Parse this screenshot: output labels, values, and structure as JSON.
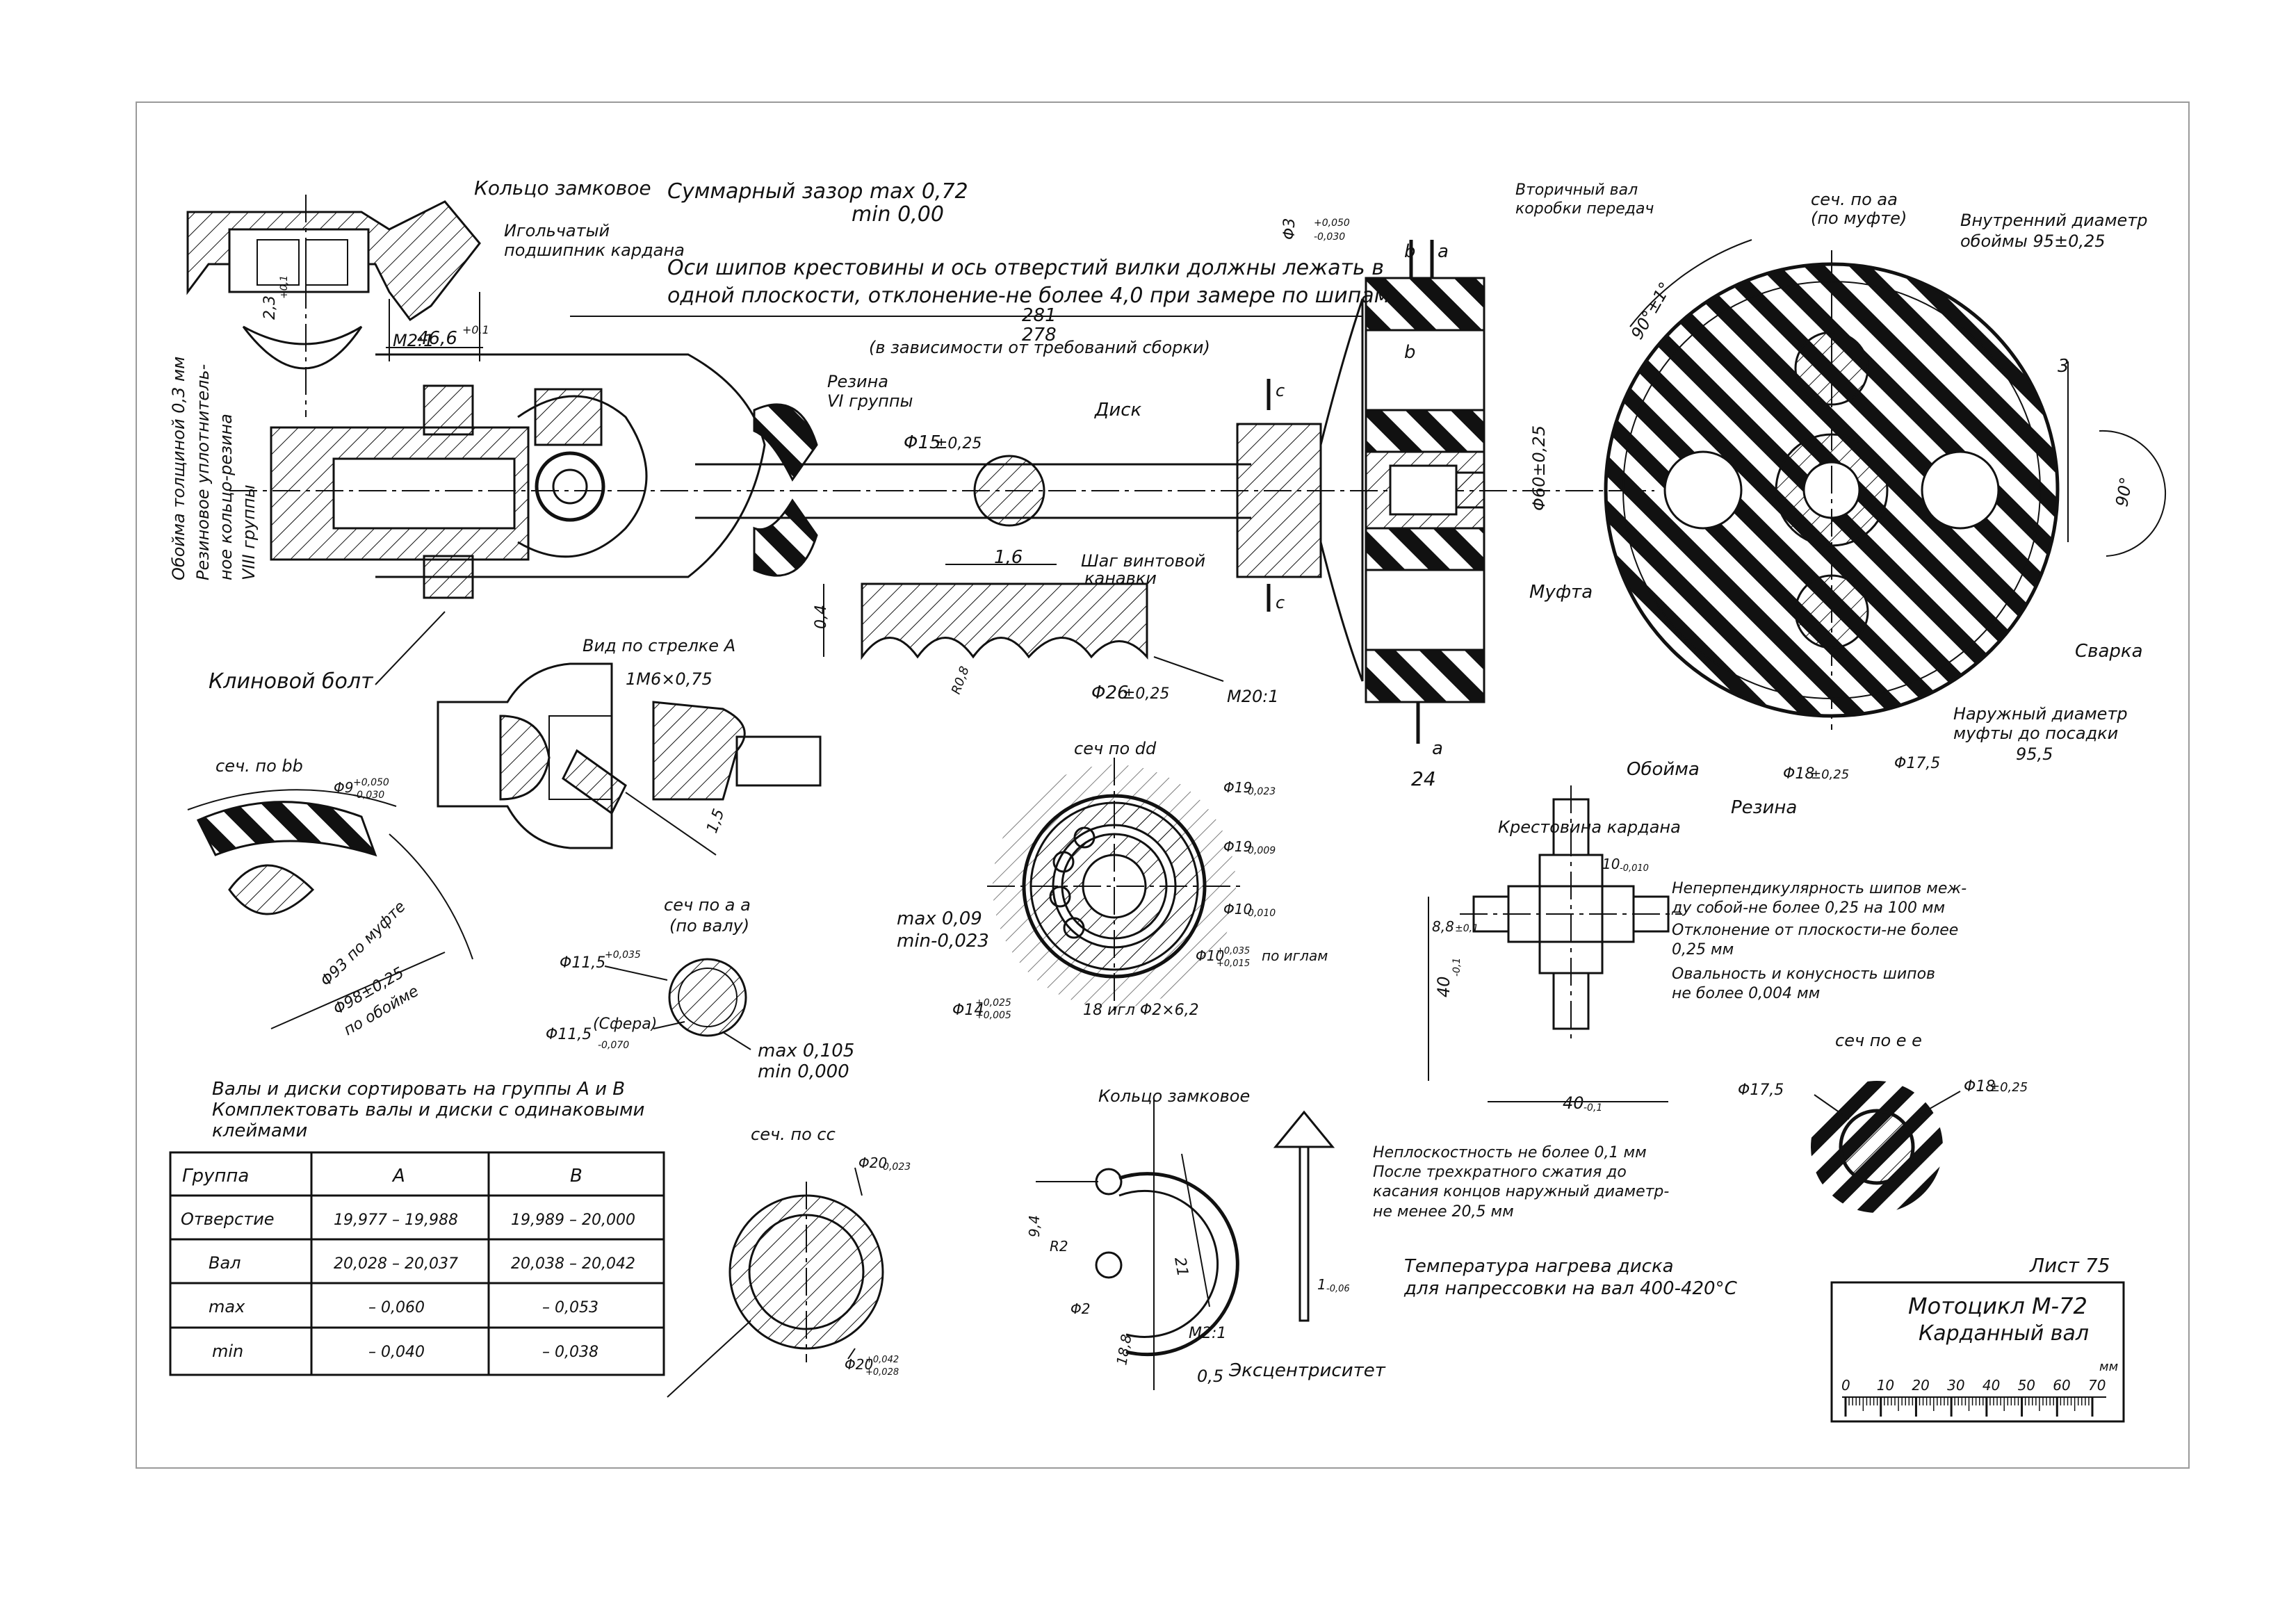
{
  "labels": {
    "ring_lock": "Кольцо замковое",
    "gap_line1": "Суммарный зазор max 0,72",
    "gap_line2": "min 0,00",
    "needle_bearing1": "Игольчатый",
    "needle_bearing2": "подшипник кардана",
    "axes_note1": "Оси шипов крестовины и ось отверстий вилки должны лежать в",
    "axes_note2": "одной плоскости, отклонение-не более 4,0 при замере по шипам",
    "dim_281": "281",
    "dim_278": "278",
    "assembly_note": "(в зависимости от требований сборки)",
    "scale_m21": "М2:1",
    "dim_466": "46,6",
    "dim_466_tol": "+0,1",
    "dim_23": "2,3",
    "dim_23_tol": "+0,1",
    "rim_thickness": "Обойма толщиной 0,3 мм",
    "rubber_seal1": "Резиновое уплотнитель-",
    "rubber_seal2": "ное кольцо-резина",
    "rubber_seal3": "VIII группы",
    "rubber_vi_1": "Резина",
    "rubber_vi_2": "VI группы",
    "dim_phi15": "Φ15",
    "dim_phi15_tol": "±0,25",
    "disk": "Диск",
    "phi3": "Φ3",
    "phi3_tol_up": "+0,050",
    "phi3_tol_dn": "-0,030",
    "sec_b": "b",
    "sec_a": "a",
    "sec_c": "c",
    "secondary_shaft1": "Вторичный вал",
    "secondary_shaft2": "коробки передач",
    "sec_aa1": "сеч. по аа",
    "sec_aa2": "(по муфте)",
    "inner_diam1": "Внутренний диаметр",
    "inner_diam2": "обоймы  95±0,25",
    "angle_90_1": "90°±1°",
    "dim_3": "3",
    "angle_90_2": "90°",
    "phi60": "Φ60±0,25",
    "coupling": "Муфта",
    "weld": "Сварка",
    "outer_diam1": "Наружный диаметр",
    "outer_diam2": "муфты до посадки",
    "outer_diam3": "95,5",
    "dim_24": "24",
    "rim": "Обойма",
    "rubber": "Резина",
    "phi18_025": "Φ18",
    "phi18_025_tol": "±0,25",
    "phi175": "Φ17,5",
    "dim_16": "1,6",
    "groove_pitch1": "Шаг винтовой",
    "groove_pitch2": "канавки",
    "dim_04": "0,4",
    "dim_r08": "R0,8",
    "phi26": "Φ26",
    "phi26_tol": "±0,25",
    "scale_m201": "М20:1",
    "wedge_bolt": "Клиновой болт",
    "view_a": "Вид по стрелке А",
    "thread": "1М6×0,75",
    "dim_15": "1,5",
    "sec_bb": "сеч. по bb",
    "phi9": "Φ9",
    "phi9_tol_up": "+0,050",
    "phi9_tol_dn": "-0,030",
    "phi93": "Φ93 по муфте",
    "phi98": "Φ98±0,25",
    "phi98_2": "по обойме",
    "sec_aa_shaft1": "сеч по а а",
    "sec_aa_shaft2": "(по валу)",
    "phi115": "Φ11,5",
    "phi115_tol": "+0,035",
    "phi115s": "Φ11,5",
    "phi115s_paren": "(Сфера)",
    "phi115s_tol": "-0,070",
    "max0105": "max 0,105",
    "min0000": "min 0,000",
    "sec_dd": "сеч по dd",
    "phi19_023": "Φ19",
    "phi19_023_tol": "-0,023",
    "phi19_009": "Φ19",
    "phi19_009_tol": "-0,009",
    "phi10_010": "Φ10",
    "phi10_010_tol": "-0,010",
    "phi10_needles": "Φ10",
    "phi10_needles_tol_up": "+0,035",
    "phi10_needles_tol_dn": "+0,015",
    "phi10_needles_txt": "по иглам",
    "max0009": "max 0,09",
    "min0023": "min-0,023",
    "phi14": "Φ14",
    "phi14_tol_up": "+0,025",
    "phi14_tol_dn": "+0,005",
    "needles": "18 игл Φ2×6,2",
    "cross": "Крестовина кардана",
    "dim_10": "10",
    "dim_10_tol": "-0,010",
    "dim_88": "8,8",
    "dim_88_tol": "±0,1",
    "dim_40a": "40",
    "dim_40a_tol": "-0,1",
    "dim_40b": "40",
    "dim_40b_tol": "-0,1",
    "cross_note1": "Неперпендикулярность шипов меж-",
    "cross_note2": "ду собой-не более 0,25 на 100 мм",
    "cross_note3": "Отклонение от плоскости-не более",
    "cross_note4": "0,25 мм",
    "cross_note5": "Овальность и конусность шипов",
    "cross_note6": "не более 0,004 мм",
    "sec_ee": "сеч по е е",
    "phi175b": "Φ17,5",
    "phi18b": "Φ18",
    "phi18b_tol": "±0,25",
    "sort_note1": "Валы и диски сортировать на группы А и В",
    "sort_note2": "Комплектовать валы и диски с одинаковыми",
    "sort_note3": "клеймами",
    "sec_cc": "сеч. по сс",
    "phi20_023": "Φ20",
    "phi20_023_tol": "-0,023",
    "phi20_042": "Φ20",
    "phi20_042_tol_up": "+0,042",
    "phi20_042_tol_dn": "+0,028",
    "ring_lock2": "Кольцо замковое",
    "dim_94": "9,4",
    "dim_r2": "R2",
    "dim_21": "21",
    "dim_phi2": "Φ2",
    "dim_188": "18,8",
    "scale_m21b": "М2:1",
    "dim_05": "0,5",
    "eccentric": "Эксцентриситет",
    "flat_note1": "Неплоскостность не более 0,1 мм",
    "flat_note2": "После трехкратного сжатия до",
    "flat_note3": "касания концов наружный диаметр-",
    "flat_note4": "не менее 20,5 мм",
    "dim_1": "1",
    "dim_1_tol": "-0,06",
    "temp_note1": "Температура нагрева диска",
    "temp_note2": "для напрессовки на вал 400-420°С",
    "sheet": "Лист 75",
    "title1": "Мотоцикл М-72",
    "title2": "Карданный вал",
    "ruler_unit": "мм"
  },
  "ruler_ticks": [
    "0",
    "10",
    "20",
    "30",
    "40",
    "50",
    "60",
    "70"
  ],
  "table": {
    "header": [
      "Группа",
      "А",
      "В"
    ],
    "rows": [
      [
        "Отверстие",
        "19,977 – 19,988",
        "19,989 – 20,000"
      ],
      [
        "Вал",
        "20,028 – 20,037",
        "20,038 – 20,042"
      ],
      [
        "max",
        "– 0,060",
        "– 0,053"
      ],
      [
        "min",
        "– 0,040",
        "– 0,038"
      ]
    ]
  }
}
